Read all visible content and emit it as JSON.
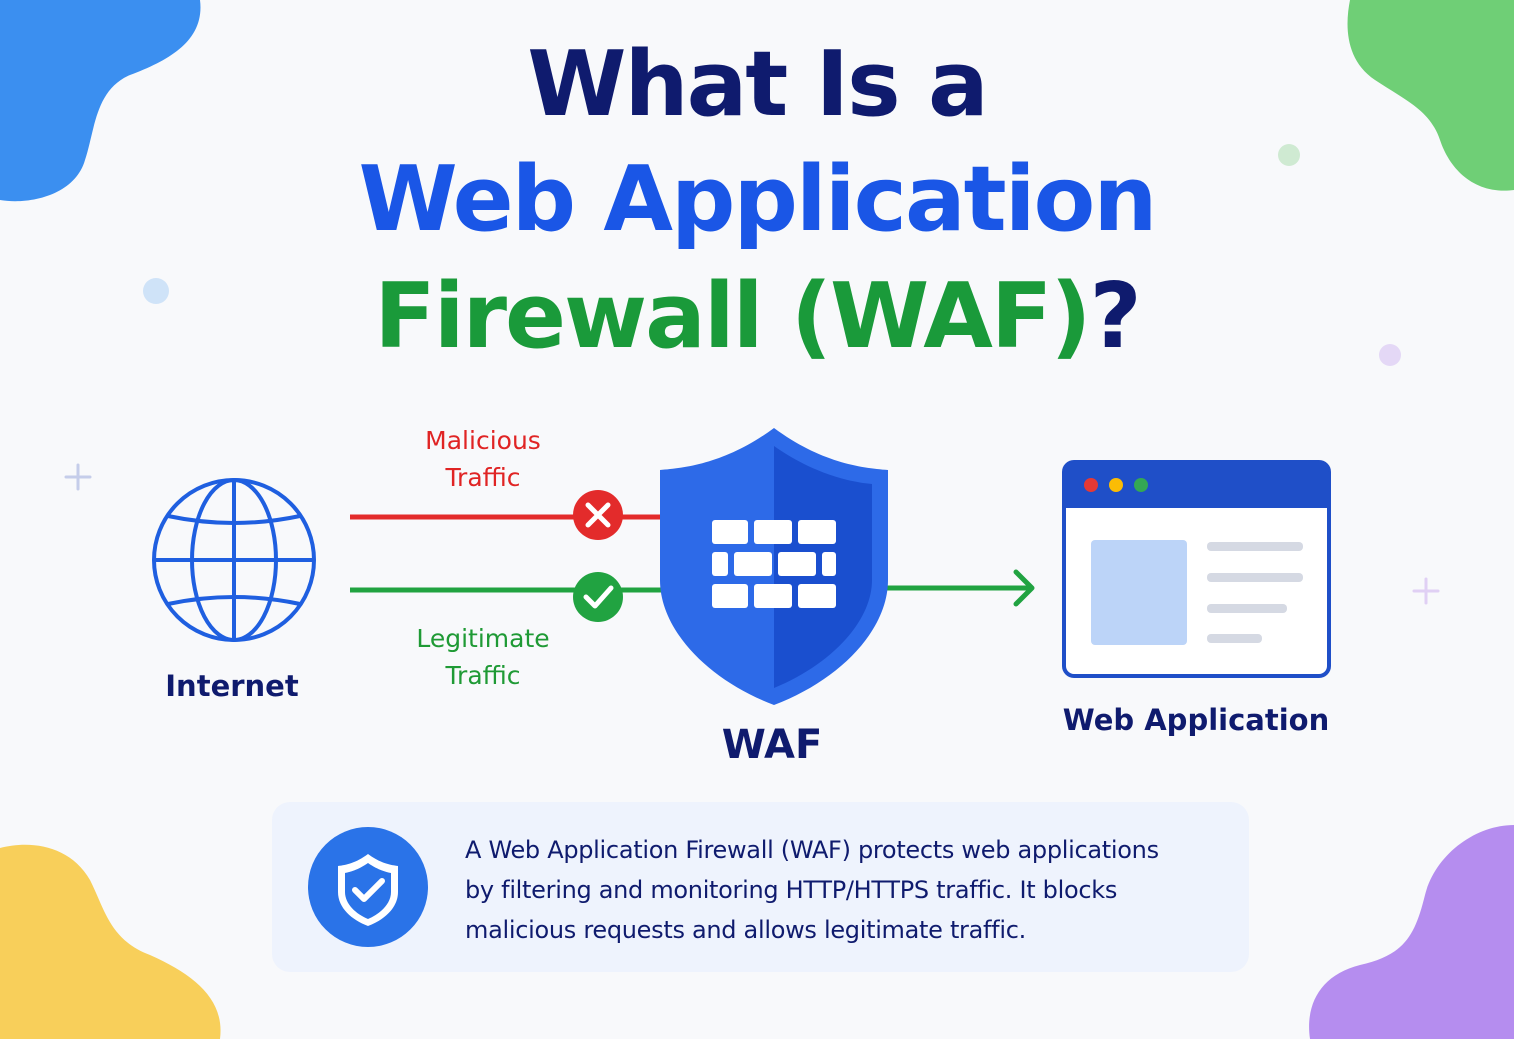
{
  "title": {
    "line1": "What Is a",
    "line2": "Web Application",
    "line3_main": "Firewall (WAF)",
    "line3_mark": "?"
  },
  "nodes": {
    "internet": "Internet",
    "waf": "WAF",
    "web_application": "Web Application"
  },
  "traffic": {
    "malicious_line1": "Malicious",
    "malicious_line2": "Traffic",
    "legitimate_line1": "Legitimate",
    "legitimate_line2": "Traffic"
  },
  "description": {
    "line1": "A Web Application Firewall (WAF) protects web applications",
    "line2": "by filtering and monitoring HTTP/HTTPS traffic. It blocks",
    "line3": "malicious requests and allows legitimate traffic."
  },
  "colors": {
    "navy": "#0f1b6e",
    "blue": "#1a56e6",
    "green": "#1a9a3a",
    "red": "#e02424"
  },
  "icons": [
    "globe-icon",
    "shield-brick-icon",
    "browser-window-icon",
    "x-circle-icon",
    "check-circle-icon",
    "shield-check-icon"
  ]
}
